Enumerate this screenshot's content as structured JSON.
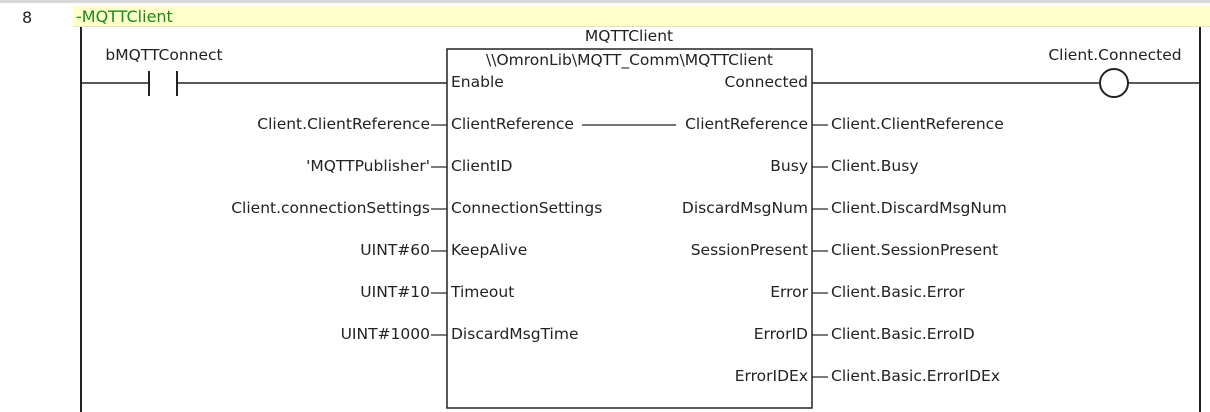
{
  "rung": {
    "number": "8",
    "comment": "-MQTTClient"
  },
  "contact": {
    "variable": "bMQTTConnect"
  },
  "coil": {
    "variable": "Client.Connected"
  },
  "function_block": {
    "instance_name": "MQTTClient",
    "type_path": "\\\\OmronLib\\MQTT_Comm\\MQTTClient",
    "inputs": [
      {
        "pin": "Enable",
        "value": ""
      },
      {
        "pin": "ClientReference",
        "value": "Client.ClientReference"
      },
      {
        "pin": "ClientID",
        "value": "'MQTTPublisher'"
      },
      {
        "pin": "ConnectionSettings",
        "value": "Client.connectionSettings"
      },
      {
        "pin": "KeepAlive",
        "value": "UINT#60"
      },
      {
        "pin": "Timeout",
        "value": "UINT#10"
      },
      {
        "pin": "DiscardMsgTime",
        "value": "UINT#1000"
      }
    ],
    "outputs": [
      {
        "pin": "Connected",
        "value": ""
      },
      {
        "pin": "ClientReference",
        "value": "Client.ClientReference"
      },
      {
        "pin": "Busy",
        "value": "Client.Busy"
      },
      {
        "pin": "DiscardMsgNum",
        "value": "Client.DiscardMsgNum"
      },
      {
        "pin": "SessionPresent",
        "value": "Client.SessionPresent"
      },
      {
        "pin": "Error",
        "value": "Client.Basic.Error"
      },
      {
        "pin": "ErrorID",
        "value": "Client.Basic.ErroID"
      },
      {
        "pin": "ErrorIDEx",
        "value": "Client.Basic.ErrorIDEx"
      }
    ]
  },
  "colors": {
    "comment_background": "#ffffcc",
    "comment_text": "#1a8a1a",
    "wire": "#222222"
  }
}
